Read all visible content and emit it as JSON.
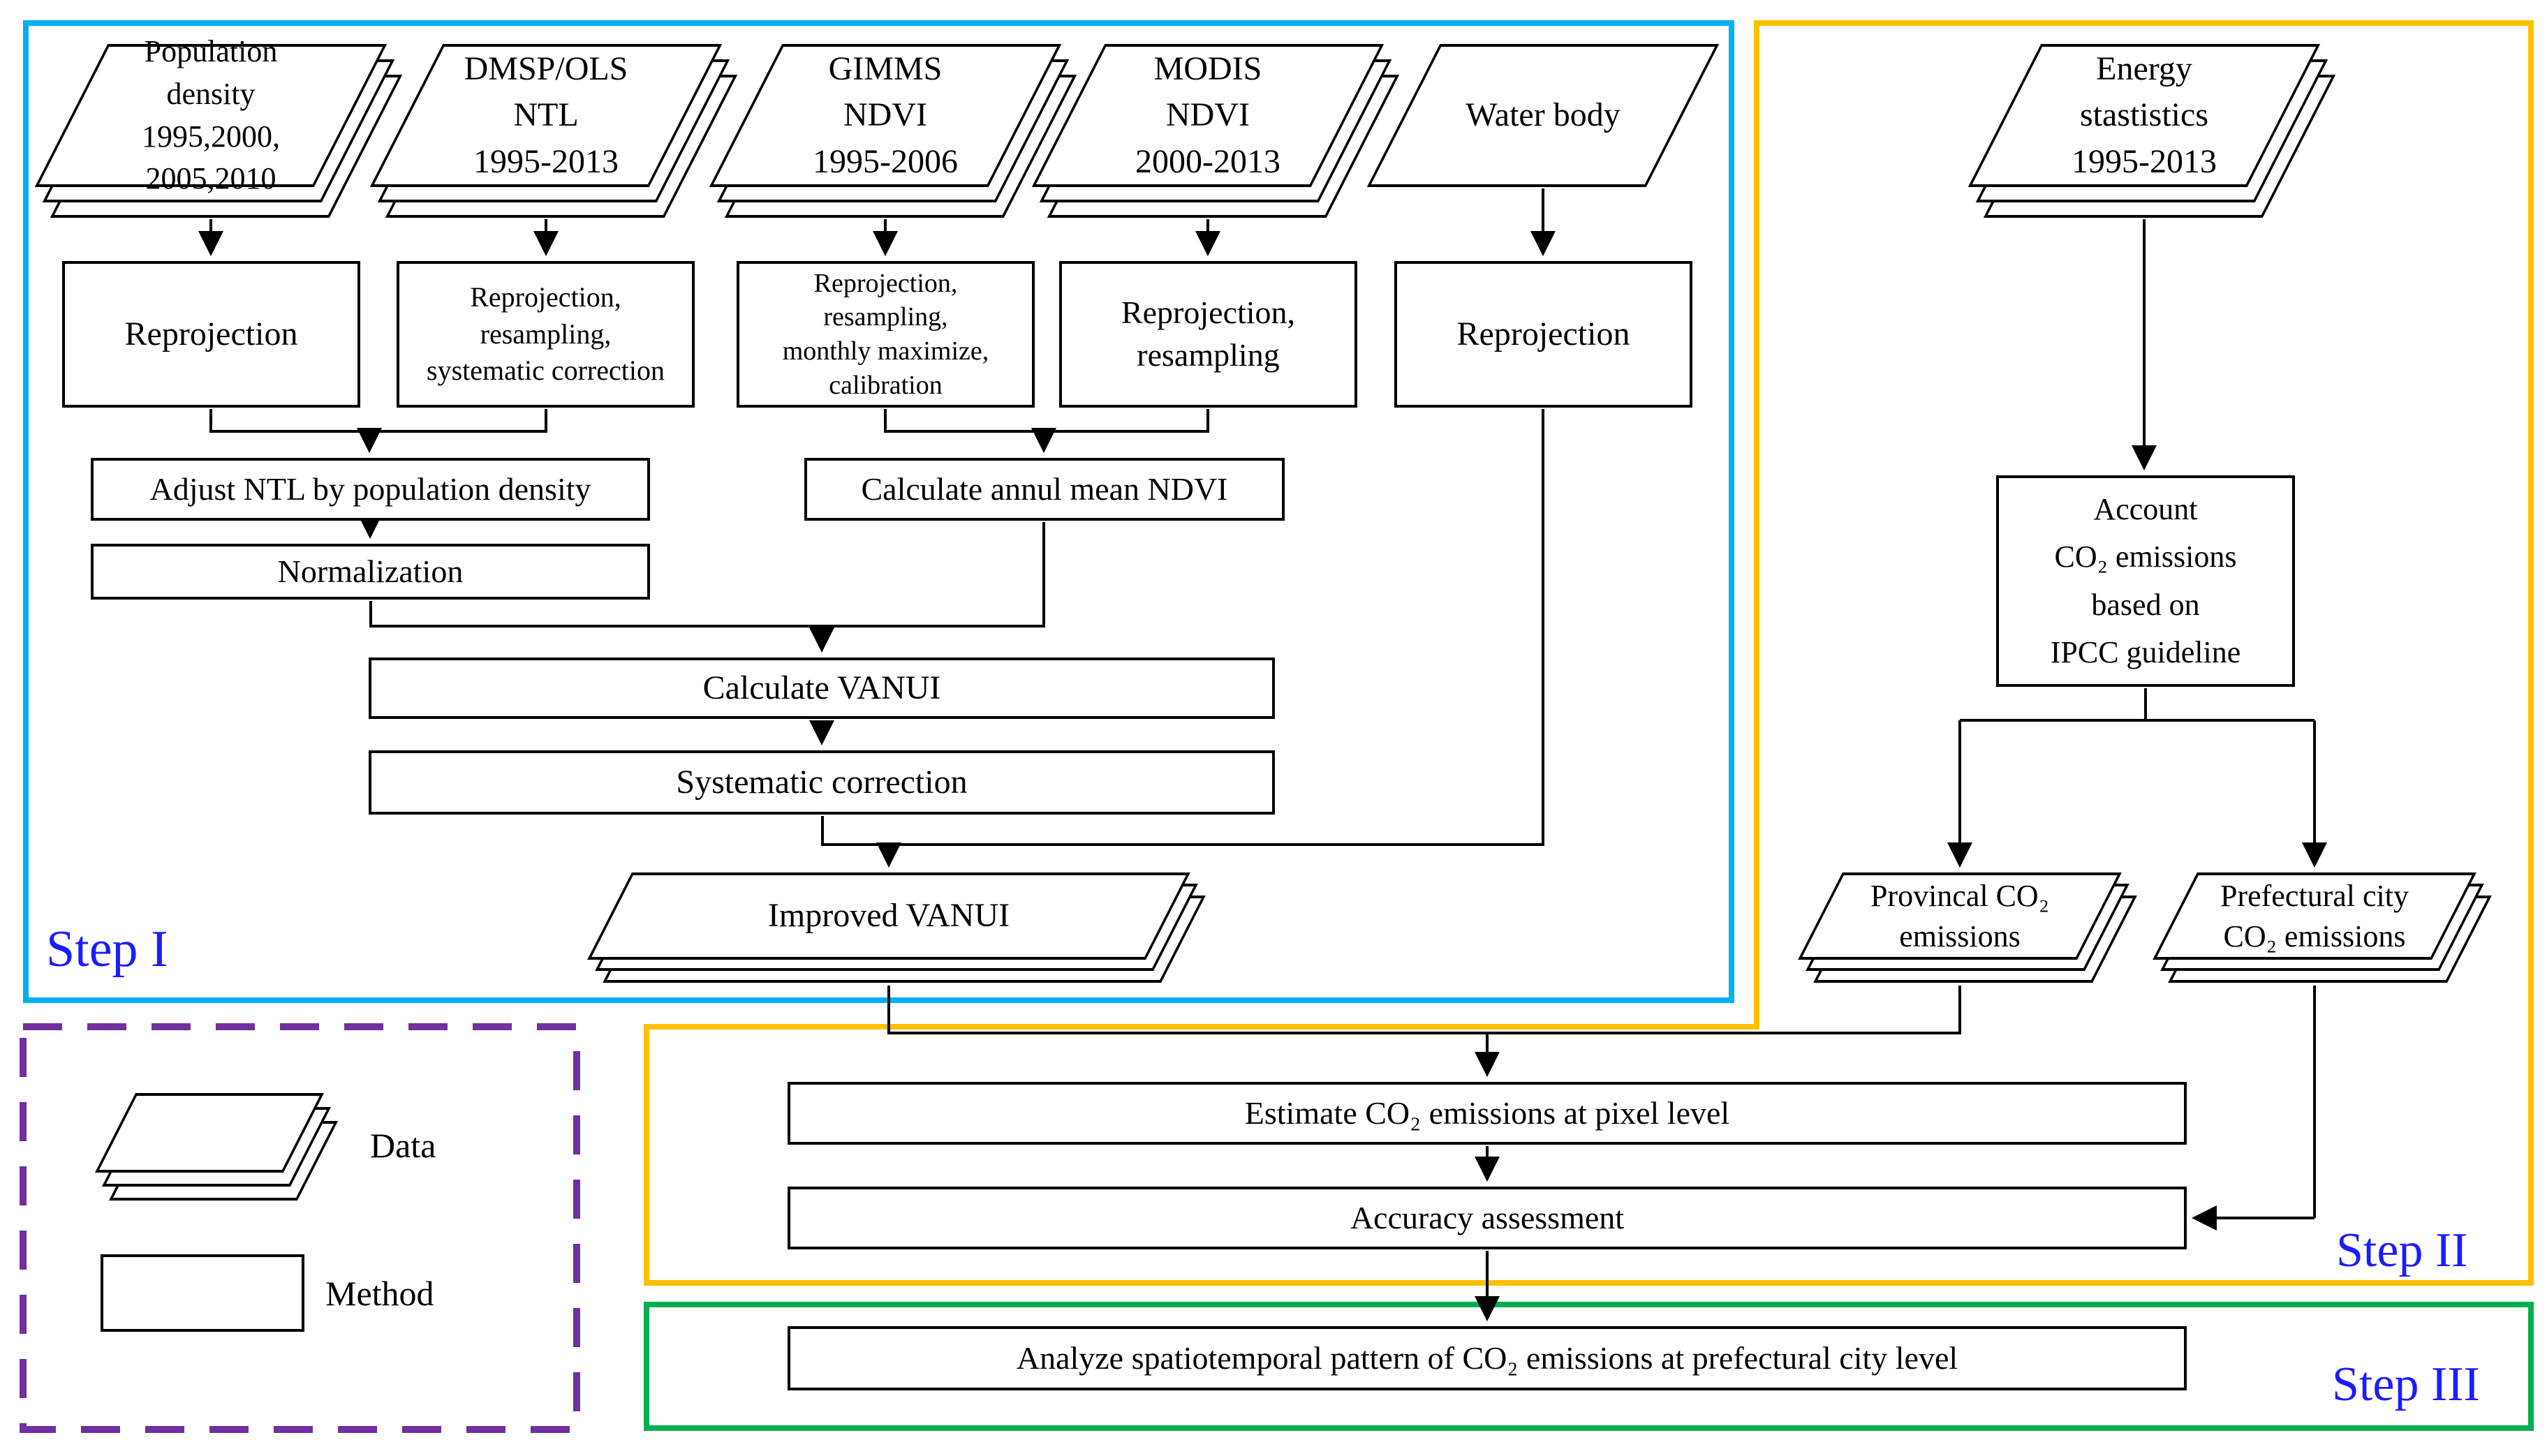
{
  "steps": {
    "step1": {
      "label": "Step I"
    },
    "step2": {
      "label": "Step II"
    },
    "step3": {
      "label": "Step III"
    }
  },
  "legend": {
    "data": "Data",
    "method": "Method"
  },
  "colors": {
    "step1_border": "#00b0f0",
    "step2_border": "#ffc000",
    "step3_border": "#00b050",
    "legend_border": "#7030a0",
    "step_label_text": "#1c1cff",
    "line": "#000000",
    "box_fill": "#ffffff"
  },
  "stacks": {
    "population": {
      "lines": [
        "Population",
        "density",
        "1995,2000,",
        "2005,2010"
      ]
    },
    "dmsp_ntl": {
      "lines": [
        "DMSP/OLS",
        "NTL",
        "1995-2013"
      ]
    },
    "gimms_ndvi": {
      "lines": [
        "GIMMS",
        "NDVI",
        "1995-2006"
      ]
    },
    "modis_ndvi": {
      "lines": [
        "MODIS",
        "NDVI",
        "2000-2013"
      ]
    },
    "water_body": {
      "lines": [
        "Water body"
      ]
    },
    "energy_statistics": {
      "lines": [
        "Energy",
        "stastistics",
        "1995-2013"
      ]
    },
    "improved_vanui": {
      "lines": [
        "Improved VANUI"
      ]
    },
    "provincial_co2": {
      "lines": [
        "Provincal CO₂",
        "emissions"
      ]
    },
    "prefectural_co2": {
      "lines": [
        "Prefectural city",
        "CO₂ emissions"
      ]
    }
  },
  "boxes": {
    "reproj_pop": {
      "lines": [
        "Reprojection"
      ]
    },
    "reproj_ntl": {
      "lines": [
        "Reprojection,",
        "resampling,",
        "systematic correction"
      ]
    },
    "reproj_gimms": {
      "lines": [
        "Reprojection,",
        "resampling,",
        "monthly maximize,",
        "calibration"
      ]
    },
    "reproj_modis": {
      "lines": [
        "Reprojection,",
        "resampling"
      ]
    },
    "reproj_water": {
      "lines": [
        "Reprojection"
      ]
    },
    "adjust_ntl": {
      "lines": [
        "Adjust NTL by population density"
      ]
    },
    "calc_ndvi": {
      "lines": [
        "Calculate annul mean NDVI"
      ]
    },
    "normalization": {
      "lines": [
        "Normalization"
      ]
    },
    "calc_vanui": {
      "lines": [
        "Calculate VANUI"
      ]
    },
    "sys_correction": {
      "lines": [
        "Systematic correction"
      ]
    },
    "account_co2": {
      "lines": [
        "Account",
        "CO₂ emissions",
        "based on",
        "IPCC guideline"
      ]
    },
    "estimate": {
      "lines": [
        "Estimate CO₂ emissions at pixel level"
      ]
    },
    "accuracy": {
      "lines": [
        "Accuracy assessment"
      ]
    },
    "analyze": {
      "lines": [
        "Analyze spatiotemporal pattern of CO₂ emissions at prefectural city level"
      ]
    }
  }
}
